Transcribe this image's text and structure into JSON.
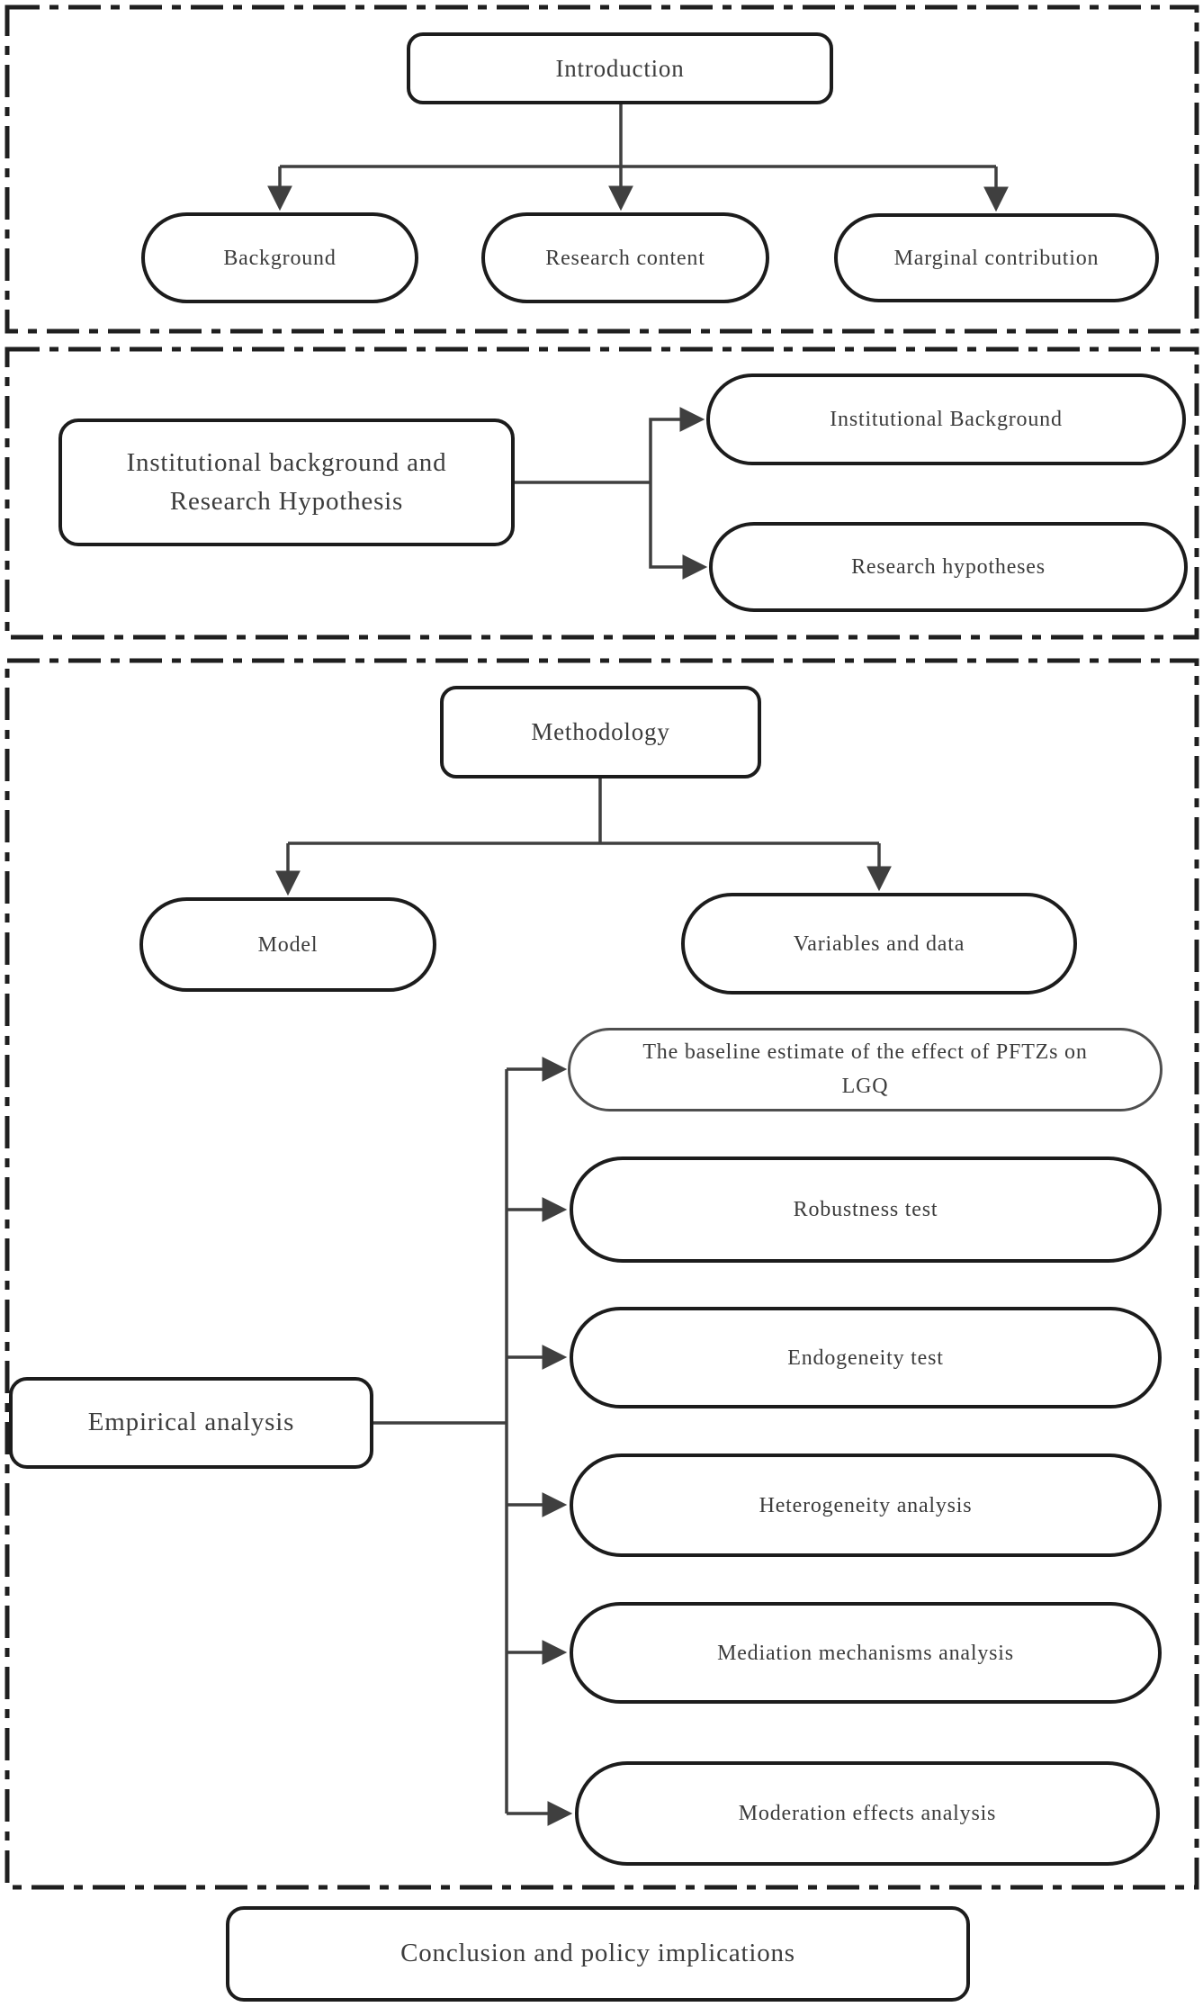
{
  "colors": {
    "background": "#ffffff",
    "box_border": "#1c1c1c",
    "baseline_box_border": "#4f4f4f",
    "connector_line": "#3f3f3f",
    "section_border": "#1f1f1f",
    "text": "#3c3c3c"
  },
  "sections": {
    "introduction": {
      "title": "Introduction",
      "children": {
        "background": "Background",
        "research_content": "Research content",
        "marginal_contribution": "Marginal contribution"
      }
    },
    "institutional": {
      "title": "Institutional background and Research Hypothesis",
      "children": {
        "institutional_background": "Institutional Background",
        "research_hypotheses": "Research hypotheses"
      }
    },
    "methodology": {
      "title": "Methodology",
      "children": {
        "model": "Model",
        "variables_and_data": "Variables and data"
      }
    },
    "empirical": {
      "title": "Empirical analysis",
      "children": {
        "baseline_estimate": "The baseline estimate of the effect of PFTZs on LGQ",
        "robustness_test": "Robustness test",
        "endogeneity_test": "Endogeneity test",
        "heterogeneity_analysis": "Heterogeneity analysis",
        "mediation_mechanisms": "Mediation mechanisms analysis",
        "moderation_effects": "Moderation effects analysis"
      }
    },
    "conclusion": {
      "title": "Conclusion and policy implications"
    }
  }
}
